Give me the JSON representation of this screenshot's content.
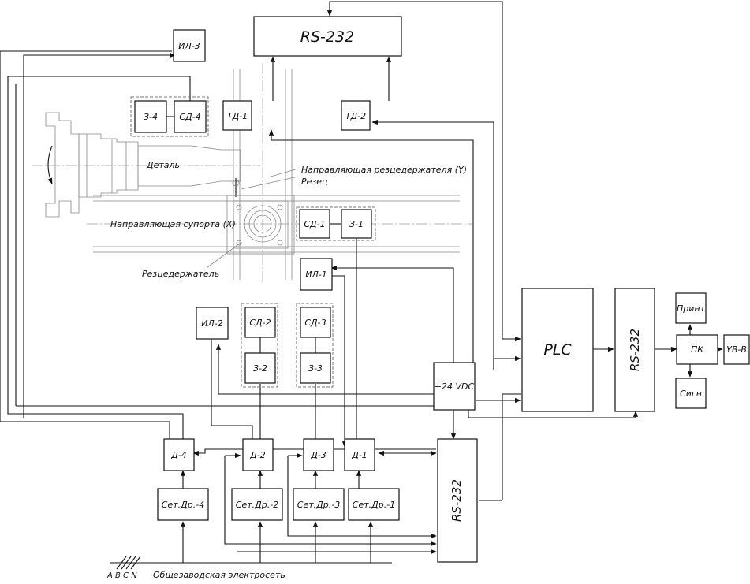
{
  "blocks": {
    "rs232_top": "RS-232",
    "il3": "ИЛ-3",
    "z4": "З-4",
    "sd4": "СД-4",
    "td1": "ТД-1",
    "td2": "ТД-2",
    "sd1": "СД-1",
    "z1": "З-1",
    "il1": "ИЛ-1",
    "il2": "ИЛ-2",
    "sd2": "СД-2",
    "z2": "З-2",
    "sd3": "СД-3",
    "z3": "З-3",
    "psu": "+24 VDC",
    "plc": "PLC",
    "rs232_mid": "RS-232",
    "rs232_bottom": "RS-232",
    "pk": "ПК",
    "print": "Принт",
    "sign": "Сигн",
    "uvv": "УВ-В",
    "d4": "Д-4",
    "d2": "Д-2",
    "d3": "Д-3",
    "d1": "Д-1",
    "setdr4": "Сет.Др.-4",
    "setdr2": "Сет.Др.-2",
    "setdr3": "Сет.Др.-3",
    "setdr1": "Сет.Др.-1"
  },
  "labels": {
    "detail": "Деталь",
    "guide_y": "Направляющая резцедержателя (Y)",
    "cutter": "Резец",
    "guide_x": "Направляющая супорта (X)",
    "holder": "Резцедержатель",
    "phases": "A B C N",
    "mains": "Общезаводская электросеть"
  }
}
